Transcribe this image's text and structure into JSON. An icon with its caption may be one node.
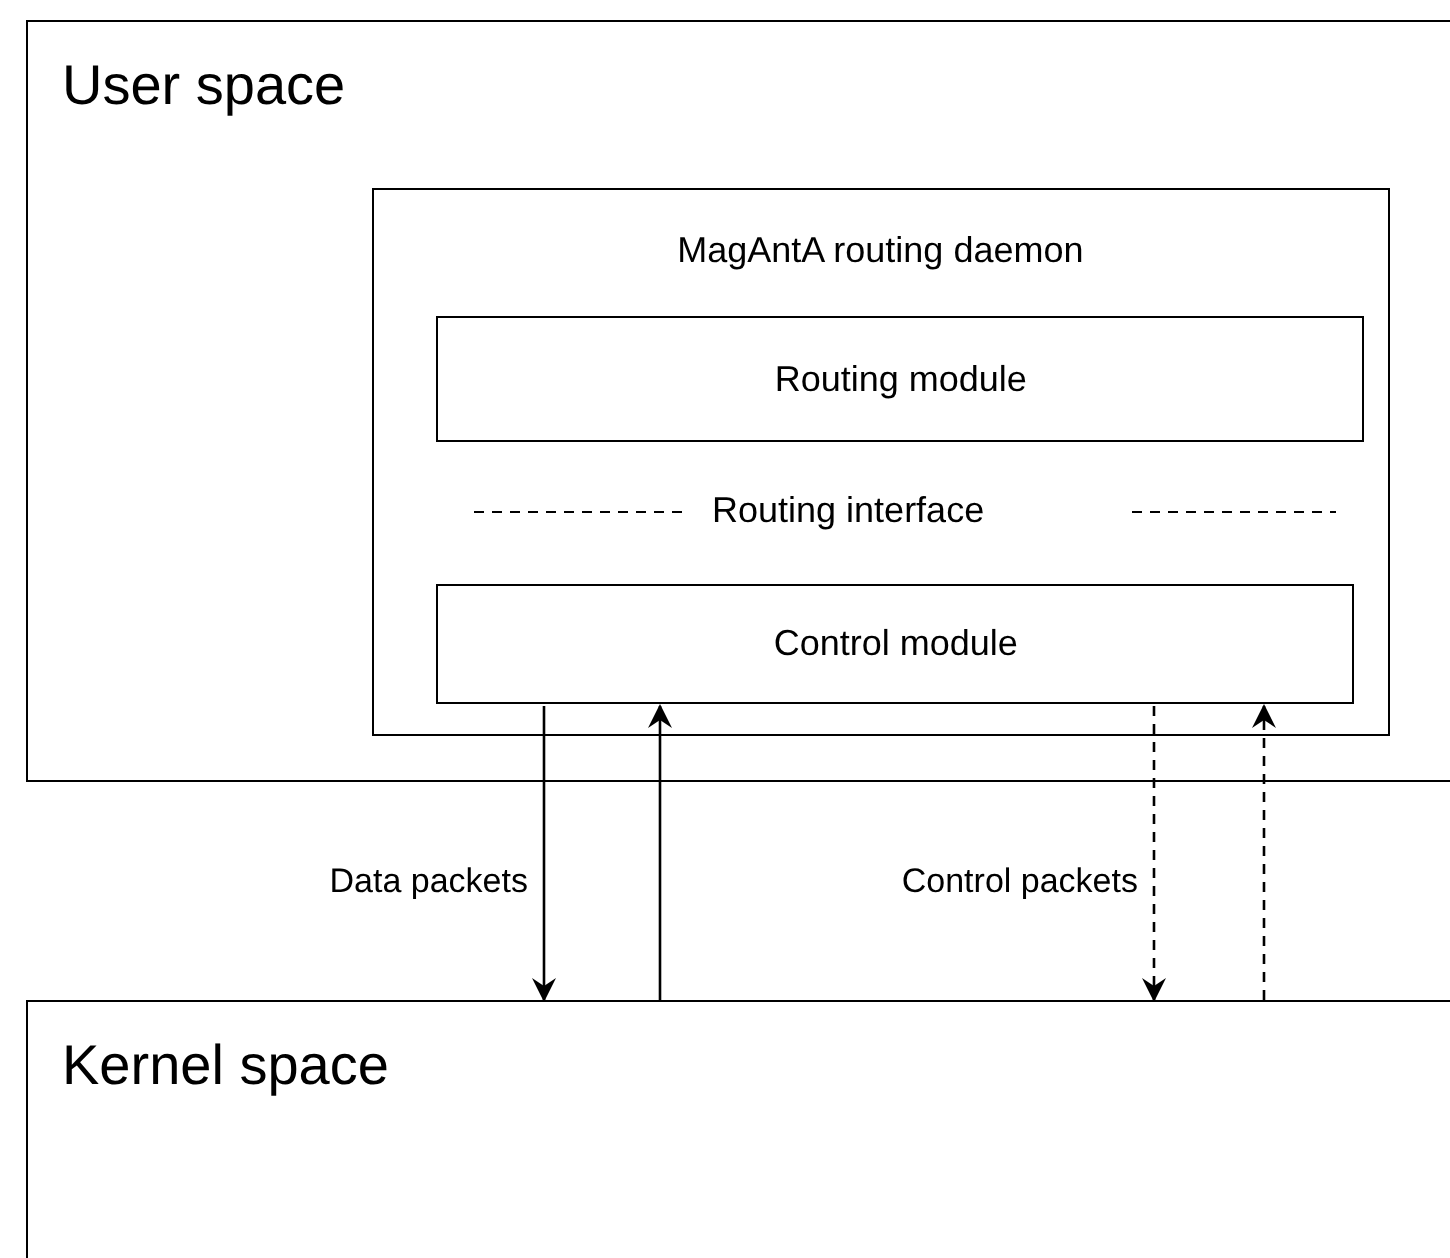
{
  "diagram": {
    "nodes": [
      {
        "text": [
          "User space"
        ]
      },
      {
        "text": [
          "MagAntA routing daemon"
        ],
        "in": 0
      },
      {
        "text": [
          "Routing module"
        ],
        "in": 1
      },
      {
        "text": [
          "Control module"
        ],
        "in": 1
      },
      {
        "text": [
          "Kernel space"
        ]
      }
    ],
    "edges": [
      {
        "from": 3,
        "to": 4,
        "arrow": "to",
        "label": "Data packets"
      },
      {
        "from": 4,
        "to": 3,
        "arrow": "to"
      },
      {
        "from": 3,
        "to": 4,
        "arrow": "to",
        "style": "dashed",
        "label": "Control packets"
      },
      {
        "from": 4,
        "to": 3,
        "arrow": "to",
        "style": "dashed"
      }
    ],
    "labels": [
      "Routing interface"
    ]
  }
}
